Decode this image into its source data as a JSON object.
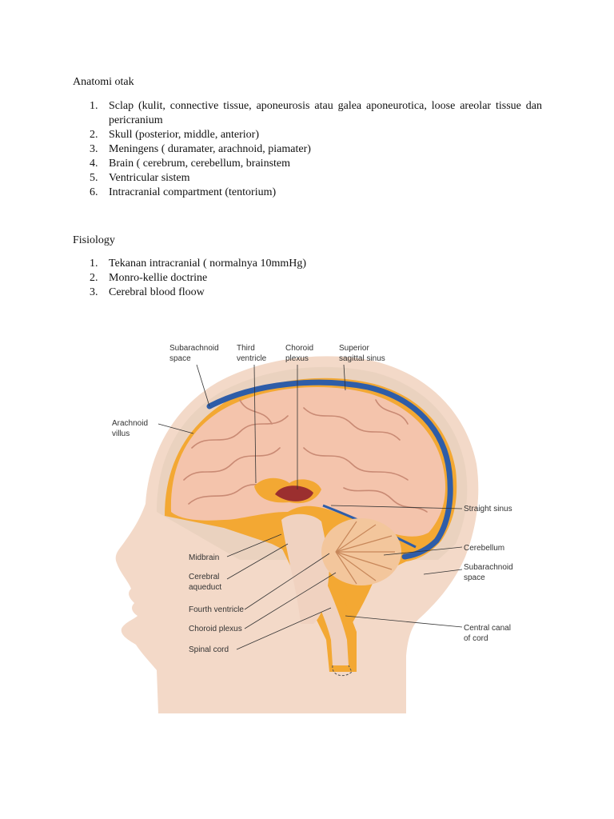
{
  "anatomy": {
    "title": "Anatomi otak",
    "items": [
      {
        "num": "1.",
        "text": "Sclap (kulit, connective tissue, aponeurosis atau galea aponeurotica, loose areolar tissue dan pericranium"
      },
      {
        "num": "2.",
        "text": "Skull (posterior, middle, anterior)"
      },
      {
        "num": "3.",
        "text": "Meningens ( duramater, arachnoid, piamater)"
      },
      {
        "num": "4.",
        "text": "Brain ( cerebrum, cerebellum, brainstem"
      },
      {
        "num": "5.",
        "text": "Ventricular sistem"
      },
      {
        "num": "6.",
        "text": "Intracranial compartment (tentorium)"
      }
    ]
  },
  "physiology": {
    "title": "Fisiology",
    "items": [
      {
        "num": "1.",
        "text": "Tekanan intracranial ( normalnya 10mmHg)"
      },
      {
        "num": "2.",
        "text": "Monro-kellie doctrine"
      },
      {
        "num": "3.",
        "text": "Cerebral blood floow"
      }
    ]
  },
  "figure": {
    "labels": {
      "subarachnoid_space_1": "Subarachnoid",
      "subarachnoid_space_2": "space",
      "third_ventricle_1": "Third",
      "third_ventricle_2": "ventricle",
      "choroid_plexus_top_1": "Choroid",
      "choroid_plexus_top_2": "plexus",
      "superior_sagittal_1": "Superior",
      "superior_sagittal_2": "sagittal sinus",
      "arachnoid_villus_1": "Arachnoid",
      "arachnoid_villus_2": "villus",
      "straight_sinus": "Straight sinus",
      "cerebellum": "Cerebellum",
      "subarachnoid_right_1": "Subarachnoid",
      "subarachnoid_right_2": "space",
      "midbrain": "Midbrain",
      "cerebral_aqueduct_1": "Cerebral",
      "cerebral_aqueduct_2": "aqueduct",
      "fourth_ventricle": "Fourth ventricle",
      "choroid_plexus_bottom": "Choroid plexus",
      "spinal_cord": "Spinal cord",
      "central_canal_1": "Central canal",
      "central_canal_2": "of cord"
    },
    "colors": {
      "skin": "#f3d9c8",
      "skull": "#ead2bf",
      "csf": "#f3a833",
      "sinus": "#2e5da8",
      "brain": "#f4c4ac",
      "brain_fold": "#c98a74",
      "cerebellum": "#f3c69c",
      "choroid": "#9b2f2f"
    }
  }
}
